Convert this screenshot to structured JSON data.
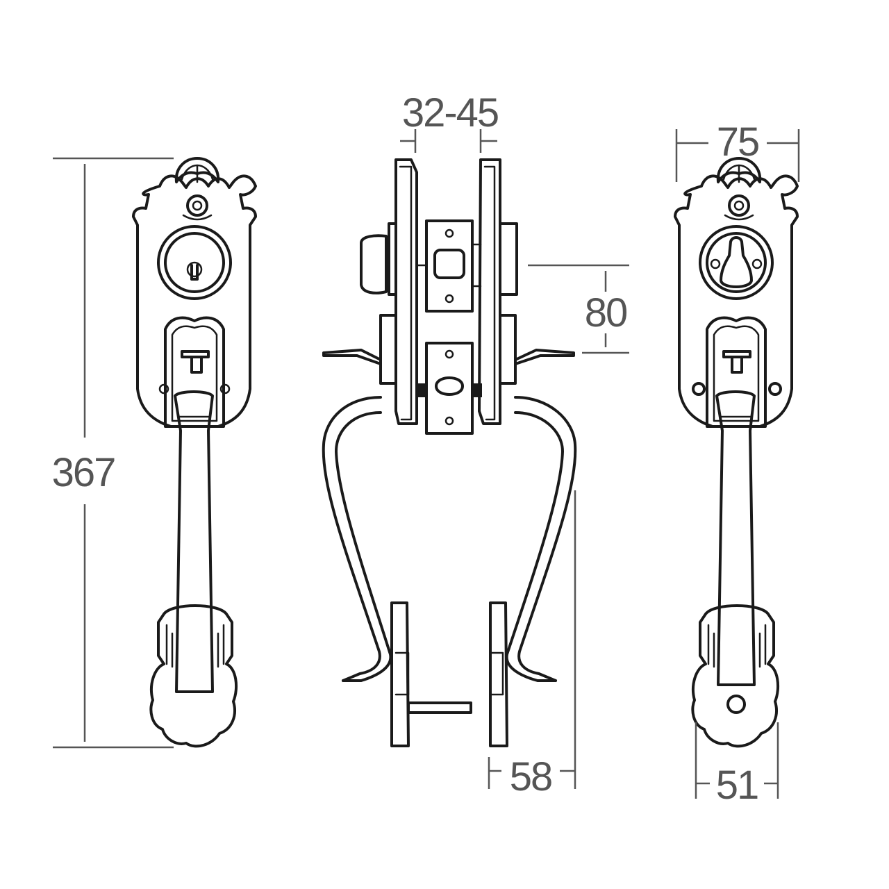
{
  "colors": {
    "line": "#1a1a1a",
    "dimension": "#555555",
    "background": "#ffffff"
  },
  "dimensions": {
    "height": "367",
    "door_thickness": "32-45",
    "backset": "80",
    "projection": "58",
    "plate_width": "75",
    "grip_width": "51"
  }
}
